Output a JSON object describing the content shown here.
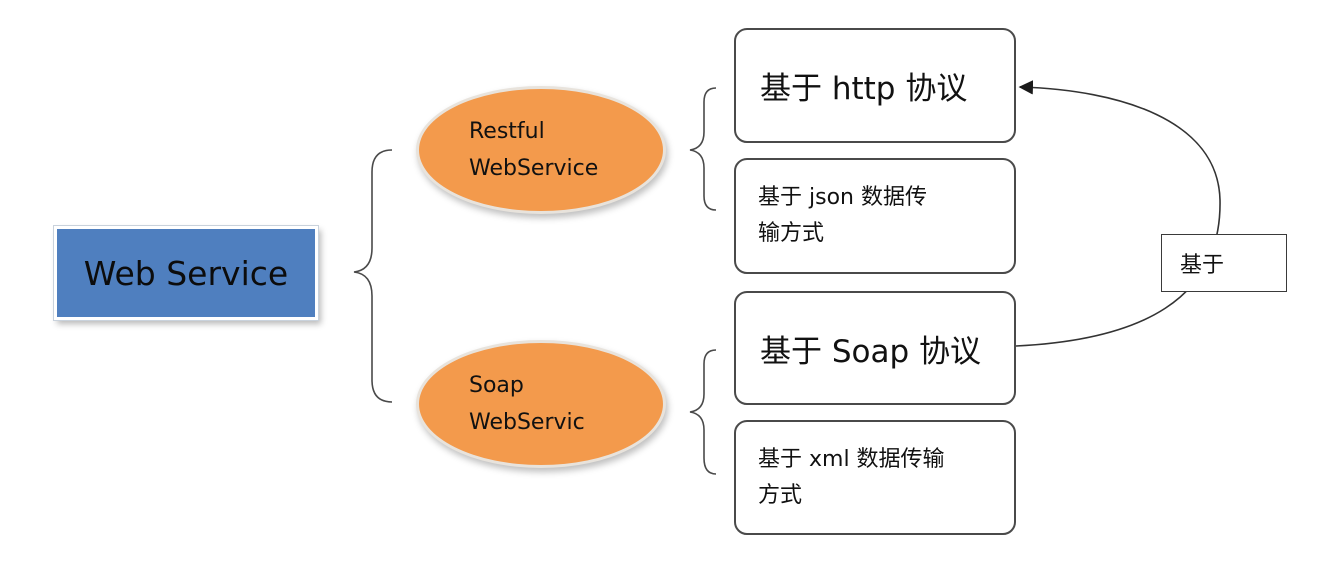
{
  "root": {
    "label": "Web Service"
  },
  "branches": [
    {
      "label_lines": [
        "Restful",
        "WebService"
      ],
      "items": [
        {
          "lines": [
            "基于 http 协议"
          ]
        },
        {
          "lines": [
            "基于  json 数据传",
            "输方式"
          ]
        }
      ]
    },
    {
      "label_lines": [
        "Soap",
        "WebServic"
      ],
      "items": [
        {
          "lines": [
            "基于 Soap 协议"
          ]
        },
        {
          "lines": [
            "基于 xml 数据传输",
            "方式"
          ]
        }
      ]
    }
  ],
  "relation": {
    "label": "基于"
  },
  "colors": {
    "root_fill": "#4f7fbf",
    "branch_fill": "#f39a4c",
    "line": "#4a4a4a"
  }
}
